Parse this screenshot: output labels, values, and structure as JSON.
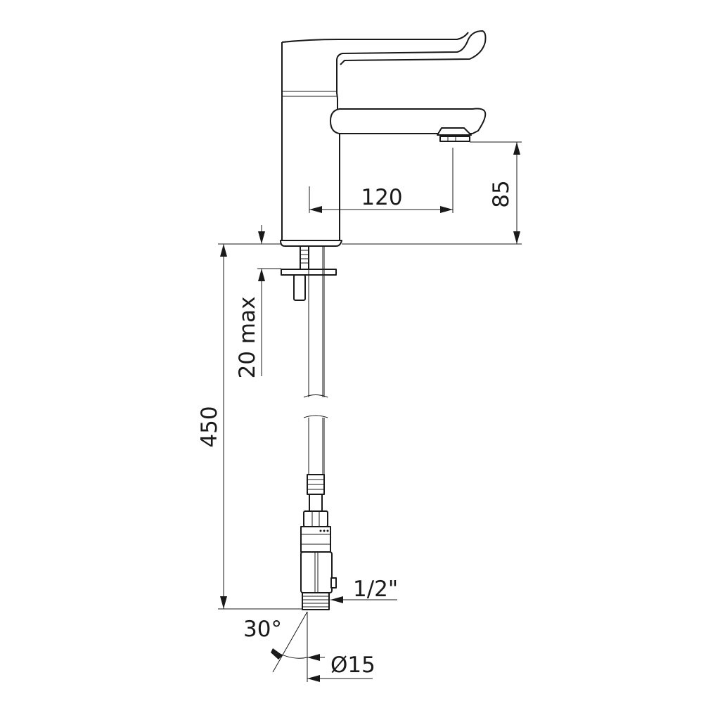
{
  "dimensions": {
    "spout_reach": "120",
    "spout_height": "85",
    "deck_thickness": "20 max",
    "hose_length": "450",
    "thread": "1/2\"",
    "angle": "30°",
    "diameter": "Ø15"
  }
}
